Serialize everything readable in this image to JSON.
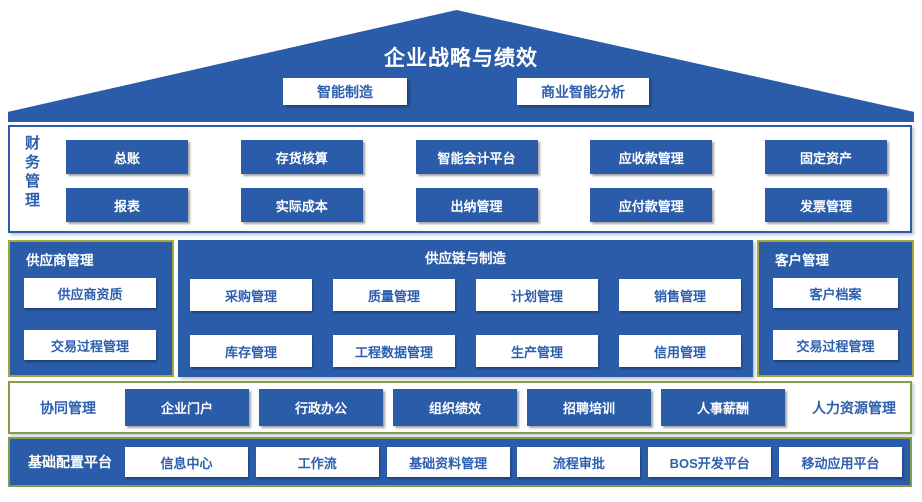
{
  "colors": {
    "primary_blue": "#2b5ca9",
    "blue_text": "#2e5fae",
    "olive_border": "#9fa93d",
    "green_border": "#7f9e4f"
  },
  "roof": {
    "title": "企业战略与绩效",
    "boxes": [
      "智能制造",
      "商业智能分析"
    ]
  },
  "finance": {
    "label": "财务管理",
    "row1": [
      "总账",
      "存货核算",
      "智能会计平台",
      "应收款管理",
      "固定资产"
    ],
    "row2": [
      "报表",
      "实际成本",
      "出纳管理",
      "应付款管理",
      "发票管理"
    ]
  },
  "supplier": {
    "title": "供应商管理",
    "items": [
      "供应商资质",
      "交易过程管理"
    ]
  },
  "supply_chain": {
    "title": "供应链与制造",
    "row1": [
      "采购管理",
      "质量管理",
      "计划管理",
      "销售管理"
    ],
    "row2": [
      "库存管理",
      "工程数据管理",
      "生产管理",
      "信用管理"
    ]
  },
  "customer": {
    "title": "客户管理",
    "items": [
      "客户档案",
      "交易过程管理"
    ]
  },
  "collaboration": {
    "label": "协同管理",
    "items": [
      "企业门户",
      "行政办公",
      "组织绩效",
      "招聘培训",
      "人事薪酬"
    ],
    "right_label": "人力资源管理"
  },
  "platform": {
    "label": "基础配置平台",
    "items": [
      "信息中心",
      "工作流",
      "基础资料管理",
      "流程审批",
      "BOS开发平台",
      "移动应用平台"
    ]
  }
}
